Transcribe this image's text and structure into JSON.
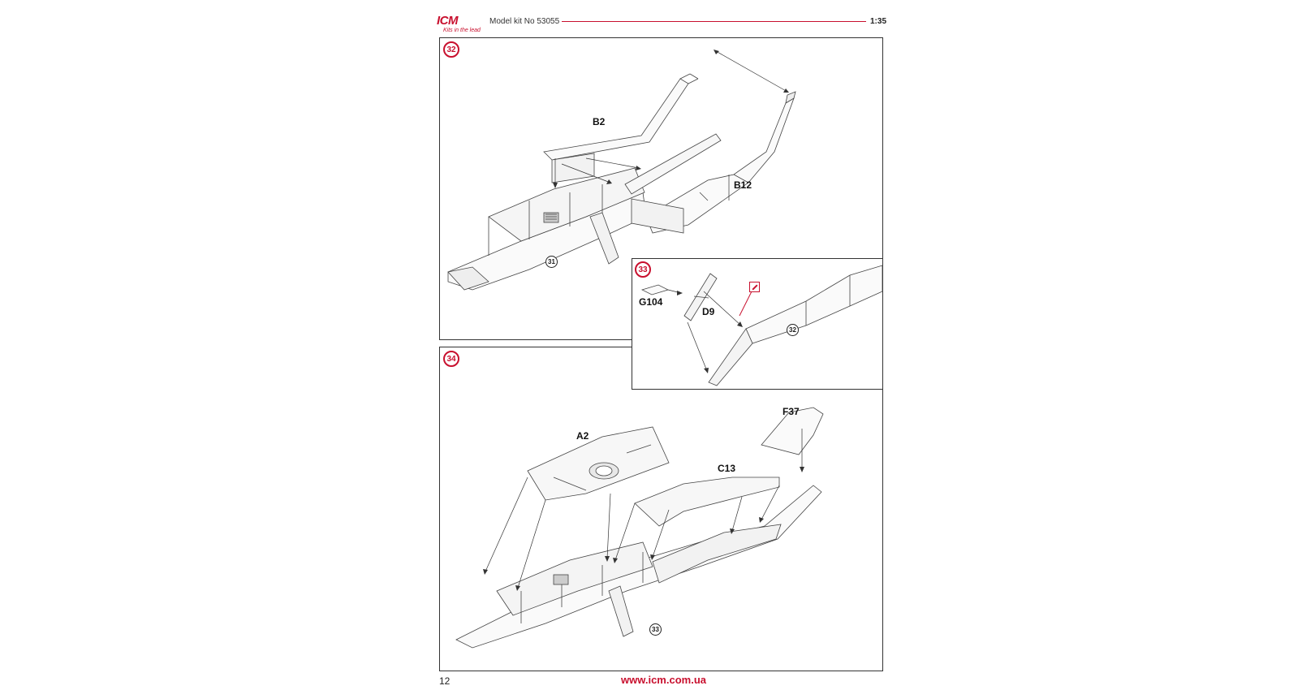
{
  "header": {
    "logo_text": "ICM",
    "logo_tagline": "Kits in the lead",
    "kit_label": "Model kit No 53055",
    "scale": "1:35",
    "brand_color": "#c8102e"
  },
  "steps": [
    {
      "number": "32",
      "parts": [
        "B2",
        "B12"
      ],
      "reference": "31"
    },
    {
      "number": "33",
      "parts": [
        "G104",
        "D9"
      ],
      "reference": "32",
      "icon": "glue-icon"
    },
    {
      "number": "34",
      "parts": [
        "A2",
        "F37",
        "C13"
      ],
      "reference": "33"
    }
  ],
  "footer": {
    "page_number": "12",
    "website": "www.icm.com.ua"
  }
}
